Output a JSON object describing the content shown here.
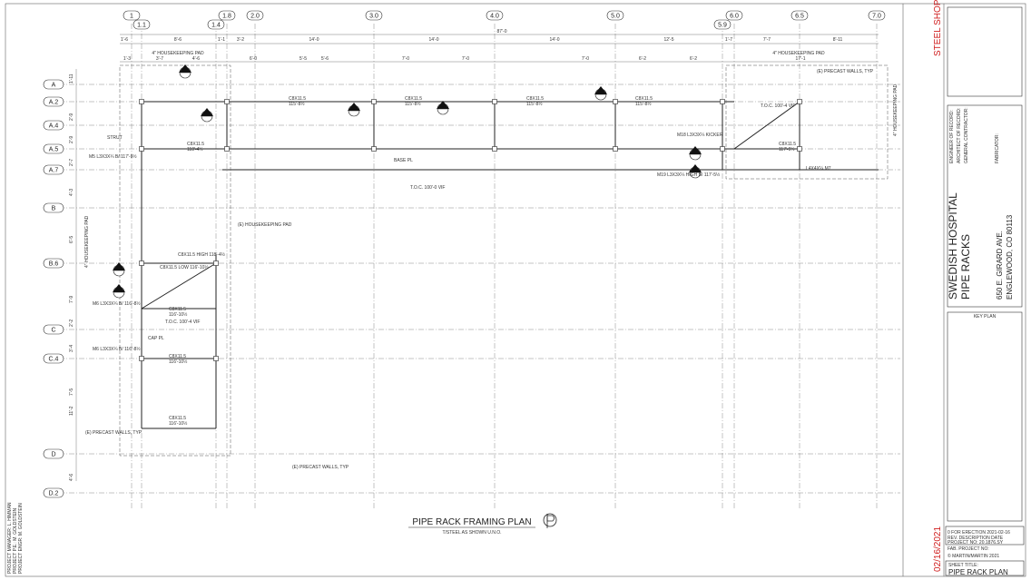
{
  "drawing": {
    "title": "PIPE RACK FRAMING PLAN",
    "subtitle": "T/STEEL AS SHOWN U.N.O.",
    "overall_dimension": "87'-0",
    "top_dims": [
      "1'-6",
      "8'-6",
      "1'-1",
      "3'-2",
      "14'-0",
      "14'-0",
      "14'-0",
      "12'-5",
      "1'-7",
      "7'-7",
      "8'-11"
    ],
    "second_dims": [
      "1'-3",
      "3'-7",
      "4'-6",
      "6'-0",
      "5'-5",
      "5'-6",
      "7'-0",
      "7'-0",
      "7'-0",
      "6'-2",
      "6'-2",
      "17'-1"
    ],
    "hp_top_left": "4\" HOUSEKEEPING PAD",
    "hp_top_right": "4\" HOUSEKEEPING PAD",
    "hp_left_vertical": "4\" HOUSEKEEPING PAD",
    "hp_right_vertical": "4\" HOUSEKEEPING PAD",
    "hp_existing": "(E) HOUSEKEEPING PAD",
    "precast_right": "(E) PRECAST WALLS, TYP",
    "precast_left": "(E) PRECAST WALLS, TYP",
    "precast_bottom": "(E) PRECAST WALLS, TYP",
    "toc_1": "T.O.C. 100'-0 VIF",
    "toc_2": "T.O.C. 100'-4 VIF",
    "toc_3": "T.O.C. 100'-4 VIF",
    "strut_label": "STRUT",
    "base_pl_label": "BASE PL",
    "cap_label": "CAP PL",
    "kicker_label": "M18 L3X3X¼ KICKER",
    "m19_label": "M19 L3X3X¼ HIGH B/ 117'-5½",
    "m5_label": "M5 L3X3X¼ B/ 117'-9½",
    "m6_label": "M6 L3X3X¼ B/ 116'-8½",
    "m6b_label": "M6 L3X3X¼ B/ 116'-8½",
    "m7_label": "L4X4X¼ M7",
    "c8_low": "C8X11.5 LOW 116'-10½",
    "c8_high": "C8X11.5 HIGH 118'-4½",
    "c8_std": "C8X11.5",
    "elev_1158": "115'-8½",
    "elev_1168": "116'-10½",
    "elev_1179": "117'-9½",
    "elev_1184": "118'-4½"
  },
  "grid": {
    "columns": [
      "1",
      "1.1",
      "1.4",
      "1.8",
      "2.0",
      "3.0",
      "4.0",
      "5.0",
      "5.9",
      "6.0",
      "6.5",
      "7.0"
    ],
    "rows": [
      "A",
      "A.2",
      "A.4",
      "A.5",
      "A.7",
      "B",
      "B.6",
      "C",
      "C.4",
      "D",
      "D.2"
    ],
    "left_dims": [
      "1'-11",
      "2'-9",
      "2'-9",
      "2'-7",
      "4'-3",
      "6'-5",
      "7'-9",
      "2'-2",
      "3'-4",
      "7'-5",
      "11'-2",
      "4'-6"
    ]
  },
  "title_block": {
    "shop_label": "STEEL SHOP D",
    "project_name_1": "SWEDISH HOSPITAL",
    "project_name_2": "PIPE RACKS",
    "address_1": "650 E. GIRARD AVE.",
    "address_2": "ENGLEWOOD, CO 80113",
    "key_plan": "KEY PLAN",
    "date_stamp": "02/16/2021",
    "rev_row": "0   FOR ERECTION   2021-02-16",
    "rev_header": "REV.   DESCRIPTION   DATE",
    "project_no": "PROJECT NO: 20.1876.SY",
    "fab_project": "FAB. PROJECT NO:",
    "copyright": "© MARTIN/MARTIN 2021",
    "sheet_title_label": "SHEET TITLE:",
    "sheet_title": "PIPE RACK PLAN",
    "record_lines": [
      "ENGINEER OF RECORD:",
      "ARCHITECT OF RECORD:",
      "GENERAL CONTRACTOR:",
      "FABRICATOR:"
    ]
  },
  "left_margin": {
    "lines": [
      "PROJECT MANAGER: L. HIMMAN",
      "PROJECT P.E.: M. GOLDSTEIN",
      "PROJECT ENGR: M. GOLDSTEIN"
    ]
  }
}
